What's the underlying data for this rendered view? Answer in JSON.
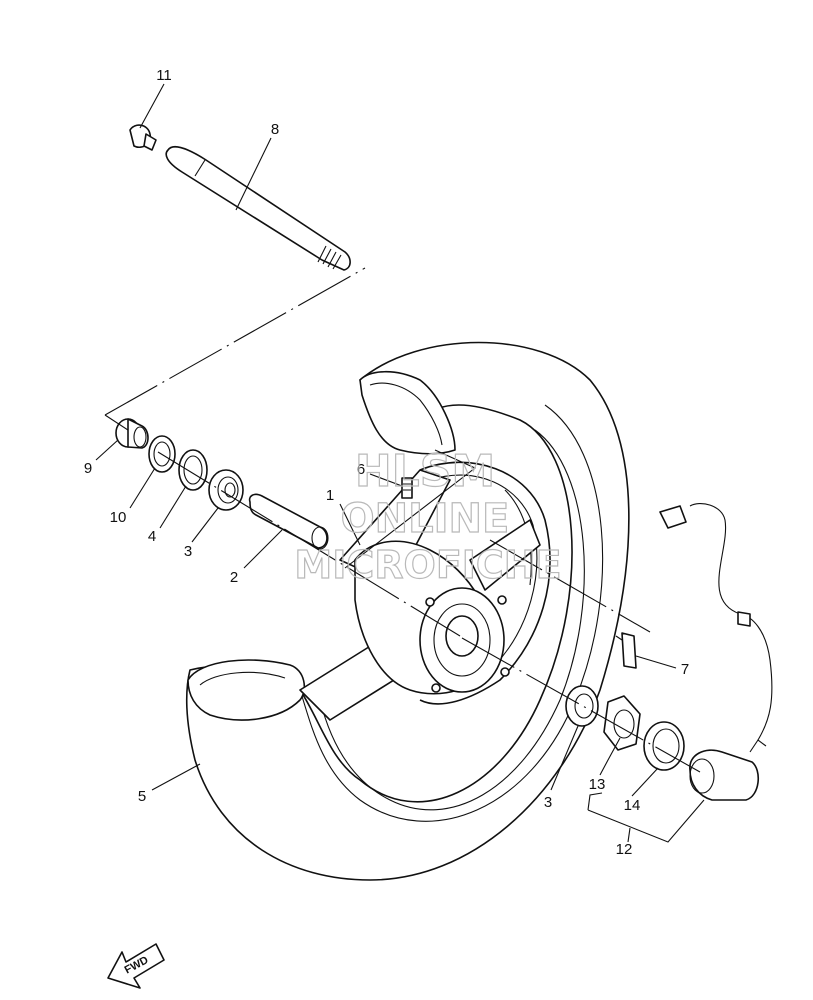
{
  "watermark": {
    "line1": "HLSM",
    "line2": "ONLINE",
    "line3": "MICROFICHE"
  },
  "forward_badge": "FWD",
  "callouts": [
    {
      "id": "c11",
      "text": "11"
    },
    {
      "id": "c8",
      "text": "8"
    },
    {
      "id": "c9",
      "text": "9"
    },
    {
      "id": "c10",
      "text": "10"
    },
    {
      "id": "c4",
      "text": "4"
    },
    {
      "id": "c3a",
      "text": "3"
    },
    {
      "id": "c2",
      "text": "2"
    },
    {
      "id": "c1",
      "text": "1"
    },
    {
      "id": "c6",
      "text": "6"
    },
    {
      "id": "c7",
      "text": "7"
    },
    {
      "id": "c5",
      "text": "5"
    },
    {
      "id": "c3b",
      "text": "3"
    },
    {
      "id": "c13",
      "text": "13"
    },
    {
      "id": "c14",
      "text": "14"
    },
    {
      "id": "c12",
      "text": "12"
    }
  ]
}
